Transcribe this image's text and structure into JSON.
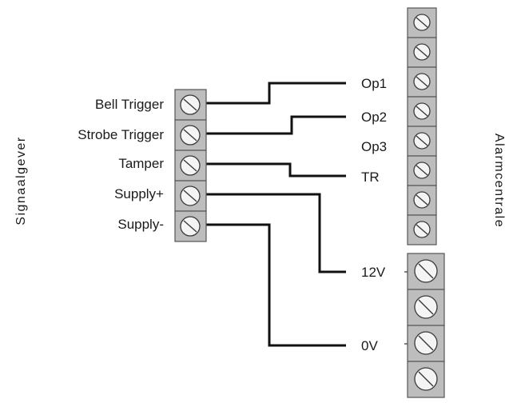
{
  "diagram": {
    "left_title": "Signaalgever",
    "right_title": "Alarmcentrale",
    "left_terminals": [
      {
        "label": "Bell Trigger"
      },
      {
        "label": "Strobe Trigger"
      },
      {
        "label": "Tamper"
      },
      {
        "label": "Supply+"
      },
      {
        "label": "Supply-"
      }
    ],
    "right_terminals": [
      {
        "label": "Op1"
      },
      {
        "label": "Op2"
      },
      {
        "label": "Op3"
      },
      {
        "label": "TR"
      },
      {
        "label": "12V"
      },
      {
        "label": "0V"
      }
    ],
    "connections": [
      {
        "from": "Bell Trigger",
        "to": "Op1"
      },
      {
        "from": "Strobe Trigger",
        "to": "Op2"
      },
      {
        "from": "Tamper",
        "to": "TR"
      },
      {
        "from": "Supply+",
        "to": "12V"
      },
      {
        "from": "Supply-",
        "to": "0V"
      }
    ]
  }
}
